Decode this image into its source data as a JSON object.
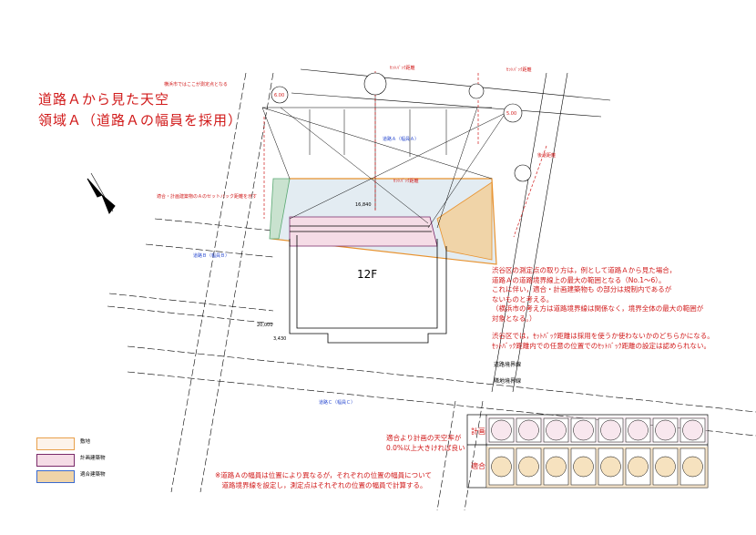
{
  "title": {
    "line1": "道路Ａから見た天空",
    "line2": "領域Ａ（道路Ａの幅員を採用）"
  },
  "floors_label": "12F",
  "labels": {
    "setback_top": "ｾｯﾄﾊﾞｯｸ距離",
    "setback_mid": "ｾｯﾄﾊﾞｯｸ距離",
    "setback_right": "後退距離",
    "road_a": "道路Ａ（幅員Ａ）",
    "road_b": "道路Ｂ（幅員Ｂ）",
    "road_c": "道路Ｃ（幅員Ｃ）",
    "note_top": "横浜市ではここが測定点となる",
    "note_left": "適合・計画建築物のＡのセットバック距離を示す",
    "dim_1": "16,840",
    "dim_2": "20,000",
    "dim_3": "3,430",
    "side_1": "道路境界線",
    "side_2": "隣地境界線",
    "circle_1": "6.00",
    "circle_2": "5.00"
  },
  "main_note": [
    "渋谷区の測定点の取り方は，例として道路Ａから見た場合，",
    "道路Ａの道路境界線上の最大の範囲となる（No.1～6）。",
    "これに伴い，適合・計画建築物も   の部分は規制内であるが",
    "ないものと考える。",
    "（横浜市の考え方は道路境界線は関係なく，境界全体の最大の範囲が",
    "対象となる。）"
  ],
  "second_note": [
    "渋谷区では，ｾｯﾄﾊﾞｯｸ距離は採用を使うか使わないかのどちらかになる。",
    "ｾｯﾄﾊﾞｯｸ距離内での任意の位置でのｾｯﾄﾊﾞｯｸ距離の設定は認められない。"
  ],
  "bottom_note": [
    "※道路Ａの幅員は位置により異なるが，それぞれの位置の幅員について",
    "　道路境界線を設定し，測定点はそれぞれの位置の幅員で計算する。"
  ],
  "table": {
    "row_plan": "計画",
    "row_fit": "適合",
    "side_note": [
      "適合より計画の天空率が",
      "0.0%以上大きければ良い"
    ]
  },
  "legend": [
    {
      "label": "敷地",
      "color": "#fdf3ea",
      "border": "#e8a04a"
    },
    {
      "label": "計画建築物",
      "color": "#f5dce6",
      "border": "#7a2a6a"
    },
    {
      "label": "適合建築物",
      "color": "#f0d4a8",
      "border": "#3a6ad0"
    }
  ],
  "colors": {
    "accent": "#d11a1a",
    "orange": "#e8922e",
    "site_fill": "#e3ecf2",
    "plan_fill": "#f5dce6",
    "fit_fill": "#f0d4a8",
    "green": "#5aa872"
  }
}
